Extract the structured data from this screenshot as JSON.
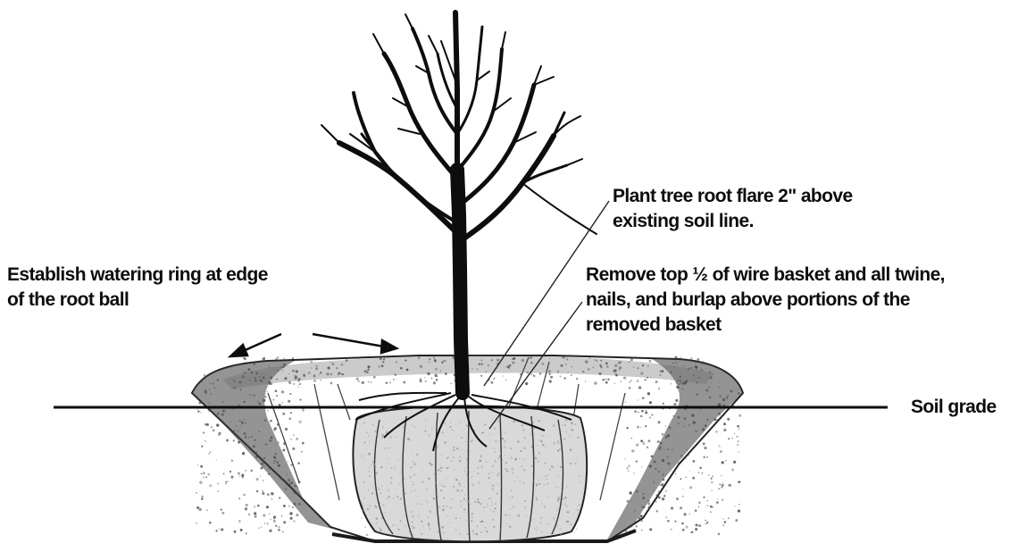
{
  "labels": {
    "root_flare": {
      "lines": [
        "Plant tree root flare 2\" above",
        "existing soil line."
      ]
    },
    "watering_ring": {
      "lines": [
        "Establish watering ring at edge",
        "of the root ball"
      ]
    },
    "wire_basket": {
      "lines": [
        "Remove top ½ of wire basket and all twine,",
        "nails, and burlap above portions of the",
        "removed basket"
      ]
    },
    "soil_grade": {
      "text": "Soil grade"
    }
  },
  "colors": {
    "ink": "#0d0d0d",
    "soil_stipple": "#5a5a5a",
    "background": "#ffffff"
  }
}
